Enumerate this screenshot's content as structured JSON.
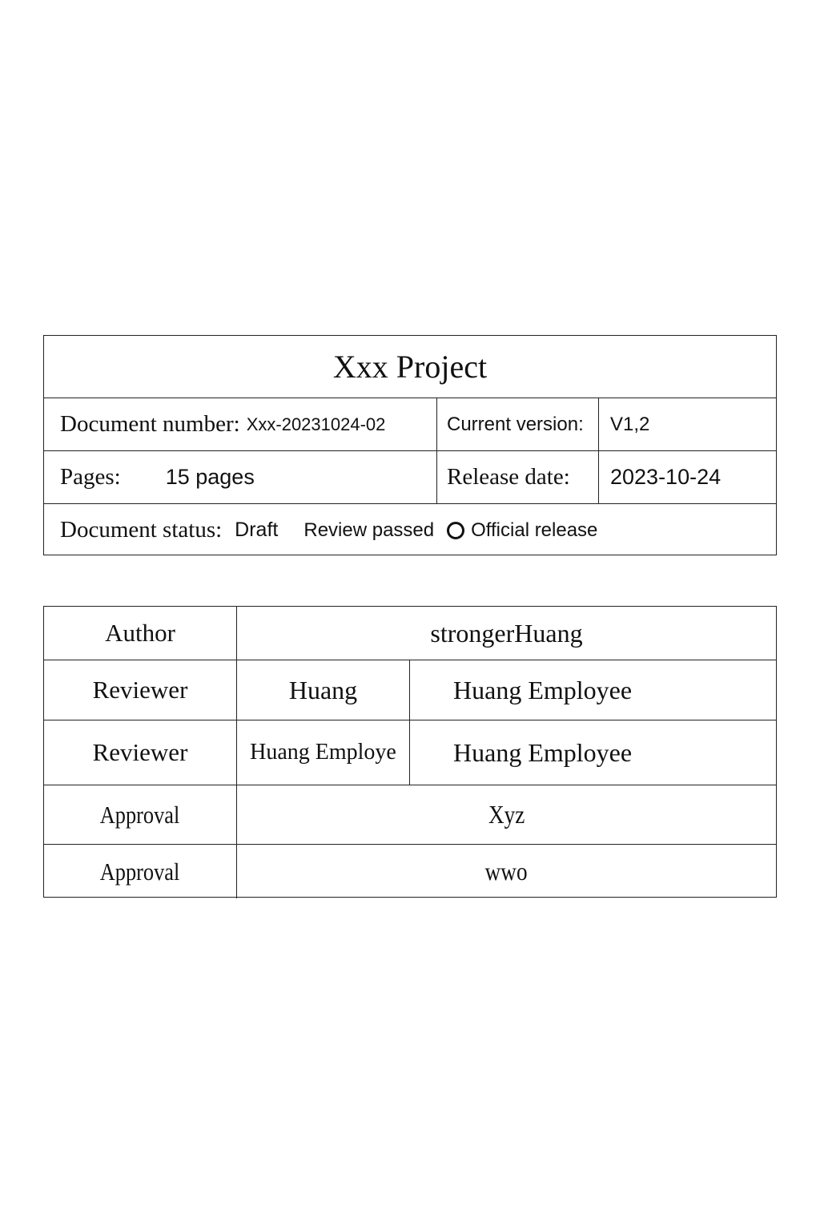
{
  "project": {
    "title": "Xxx Project"
  },
  "info": {
    "document_number_label": "Document number:",
    "document_number_value": "Xxx-20231024-02",
    "current_version_label": "Current version:",
    "current_version_value": "V1,2",
    "pages_label": "Pages:",
    "pages_value": "15 pages",
    "release_date_label": "Release date:",
    "release_date_value": "2023-10-24",
    "document_status_label": "Document status:",
    "status_options": [
      "Draft",
      "Review passed",
      "Official release"
    ]
  },
  "signoff": {
    "rows": [
      {
        "role": "Author",
        "values": [
          "strongerHuang"
        ]
      },
      {
        "role": "Reviewer",
        "values": [
          "Huang",
          "Huang Employee"
        ]
      },
      {
        "role": "Reviewer",
        "values": [
          "Huang Employe",
          "Huang Employee"
        ]
      },
      {
        "role": "Approval",
        "values": [
          "Xyz"
        ]
      },
      {
        "role": "Approval",
        "values": [
          "wwo"
        ]
      }
    ]
  }
}
